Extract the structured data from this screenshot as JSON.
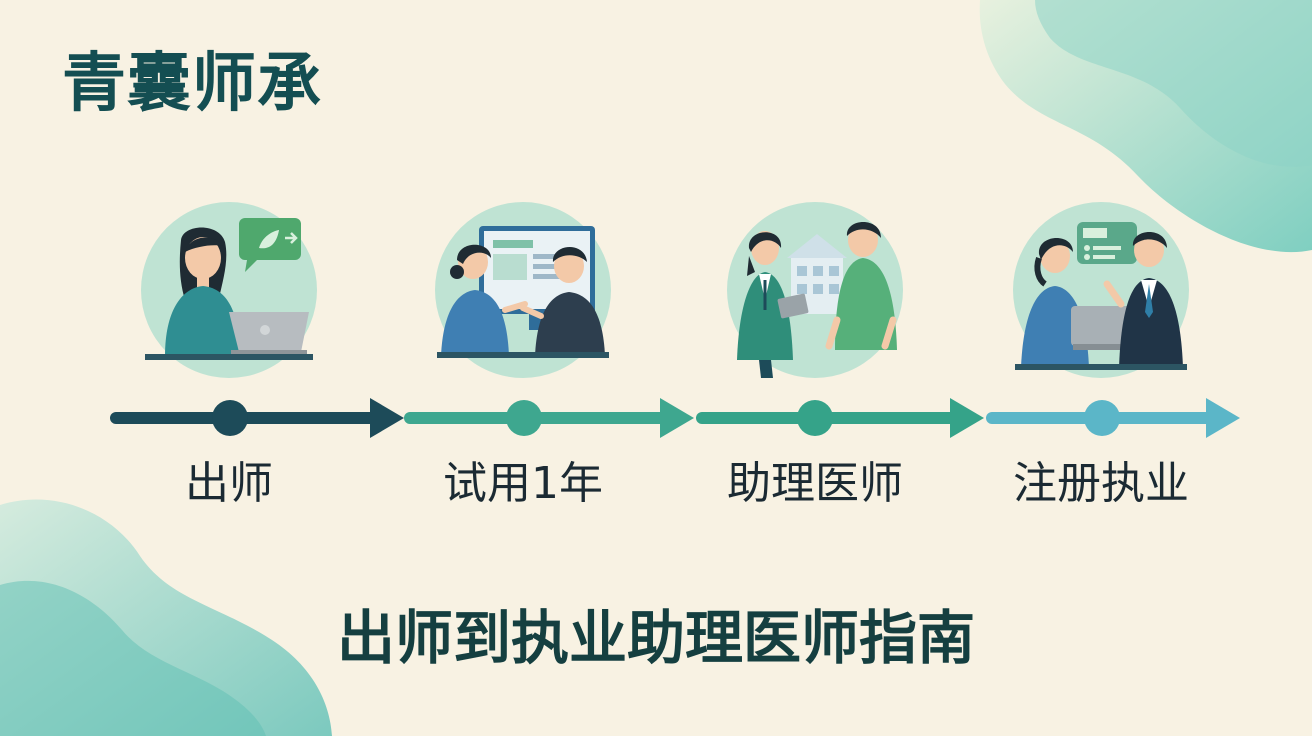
{
  "brand": {
    "title": "青囊师承"
  },
  "steps": [
    {
      "label": "出师",
      "illustration": "student-laptop-icon"
    },
    {
      "label": "试用1年",
      "illustration": "mentor-screen-icon"
    },
    {
      "label": "助理医师",
      "illustration": "hospital-doctors-icon"
    },
    {
      "label": "注册执业",
      "illustration": "registration-meeting-icon"
    }
  ],
  "heading": {
    "text": "出师到执业助理医师指南"
  },
  "colors": {
    "background": "#f8f2e3",
    "brand_text": "#144e52",
    "heading_text": "#153f40",
    "segment_1": "#1d4b59",
    "segment_2": "#3ea78f",
    "segment_3": "#35a389",
    "segment_4": "#5bb6c8",
    "circle_bg": "#bfe3d3"
  }
}
